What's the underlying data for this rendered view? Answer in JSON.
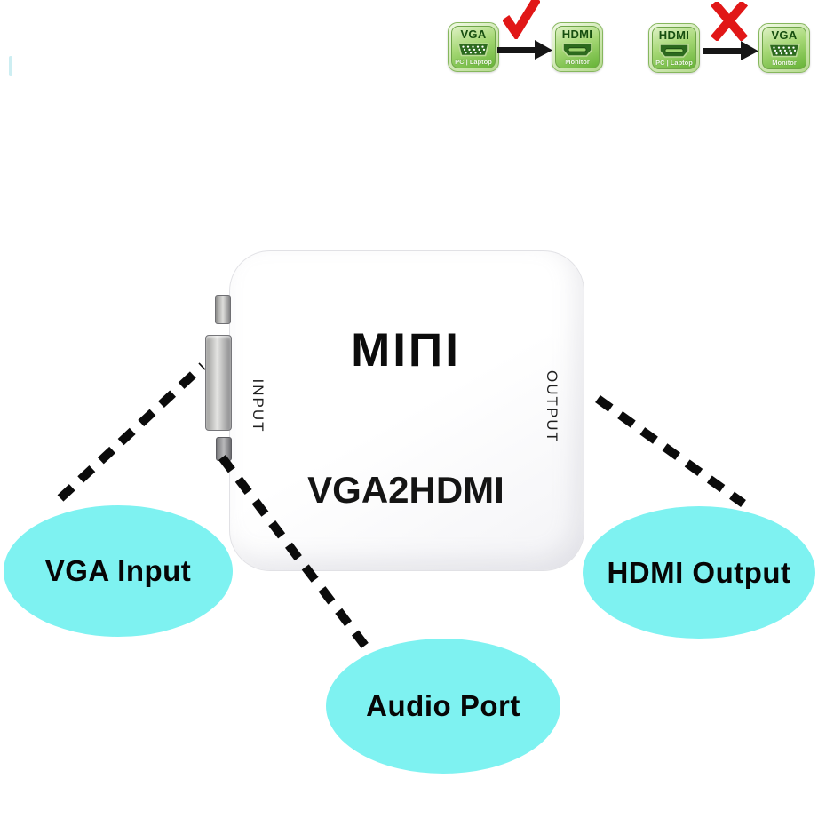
{
  "usage_diagrams": {
    "correct": {
      "source": {
        "name": "VGA",
        "subtitle": "PC | Laptop",
        "port": "vga"
      },
      "target": {
        "name": "HDMI",
        "subtitle": "Monitor",
        "port": "hdmi"
      },
      "verdict": "correct"
    },
    "incorrect": {
      "source": {
        "name": "HDMI",
        "subtitle": "PC | Laptop",
        "port": "hdmi"
      },
      "target": {
        "name": "VGA",
        "subtitle": "Monitor",
        "port": "vga"
      },
      "verdict": "incorrect"
    }
  },
  "device": {
    "brand": "MINI",
    "brand_display": "MIΠI",
    "model": "VGA2HDMI",
    "input_label": "INPUT",
    "output_label": "OUTPUT"
  },
  "callouts": {
    "vga_input": {
      "label": "VGA Input"
    },
    "hdmi_output": {
      "label": "HDMI Output"
    },
    "audio_port": {
      "label": "Audio Port"
    }
  },
  "colors": {
    "callout_fill": "#7ef2f1",
    "icon_green_dark": "#2c6a1e",
    "icon_green_light": "#c6e3a4",
    "mark_red": "#e11717",
    "arrow_black": "#161616",
    "device_body": "#ffffff",
    "text_black": "#0c0c0c"
  }
}
